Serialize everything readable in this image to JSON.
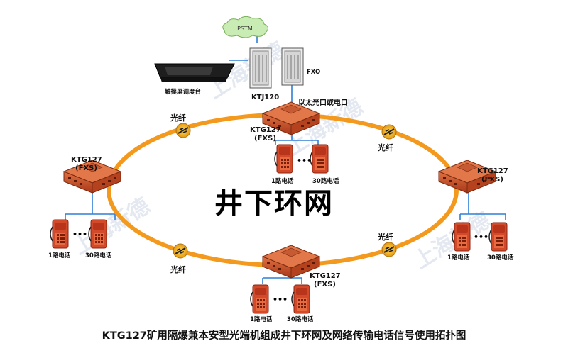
{
  "pstm": "PSTM",
  "console_label": "触摸屏调度台",
  "ktj_label": "KTJ120",
  "fxo_label": "FXO",
  "ethernet_label": "以太光口或电口",
  "center_text": "井下环网",
  "fiber_label": "光纤",
  "node_model": "KTG127",
  "node_type": "(FXS)",
  "phone_first": "1路电话",
  "phone_last": "30路电话",
  "phone_ellipsis": "•••",
  "watermark": "上海新德",
  "caption": "KTG127矿用隔爆兼本安型光端机组成井下环网及网络传输电话信号使用拓扑图",
  "colors": {
    "ring": "#f39a1e",
    "device": "#c8502a",
    "phone": "#d24a2a",
    "link": "#2f7fd6"
  }
}
